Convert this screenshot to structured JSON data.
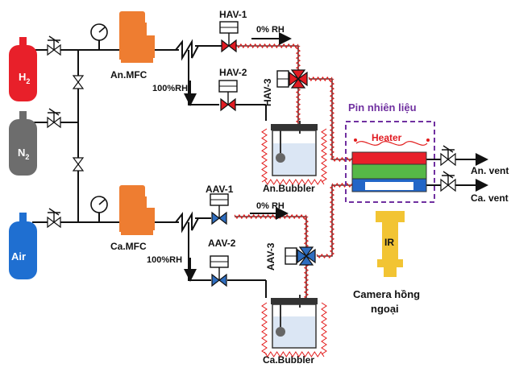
{
  "gases": {
    "h2": "H",
    "h2_sub": "2",
    "n2": "N",
    "n2_sub": "2",
    "air": "Air"
  },
  "anode": {
    "mfc": "An.MFC",
    "valve1": "HAV-1",
    "valve2": "HAV-2",
    "valve3": "HAV-3",
    "rh0": "0% RH",
    "rh100": "100%RH",
    "bubbler": "An.Bubbler",
    "vent": "An. vent"
  },
  "cathode": {
    "mfc": "Ca.MFC",
    "valve1": "AAV-1",
    "valve2": "AAV-2",
    "valve3": "AAV-3",
    "rh0": "0% RH",
    "rh100": "100%RH",
    "bubbler": "Ca.Bubbler",
    "vent": "Ca. vent"
  },
  "cell": {
    "title": "Pin nhiên liệu",
    "heater": "Heater"
  },
  "camera": {
    "label": "IR",
    "caption_line1": "Camera hồng",
    "caption_line2": "ngoại"
  },
  "colors": {
    "h2_cylinder": "#e8202a",
    "n2_cylinder": "#6d6d6d",
    "air_cylinder": "#1f6fd1",
    "mfc": "#ee7d31",
    "anode_valve": "#e11b22",
    "cathode_valve": "#2e6dbf",
    "cell_border": "#7030a0",
    "heater_plate": "#e8202a",
    "membrane": "#56b847",
    "cathode_plate": "#2266c7",
    "camera": "#f2c433",
    "heater_text": "#e11b22"
  }
}
